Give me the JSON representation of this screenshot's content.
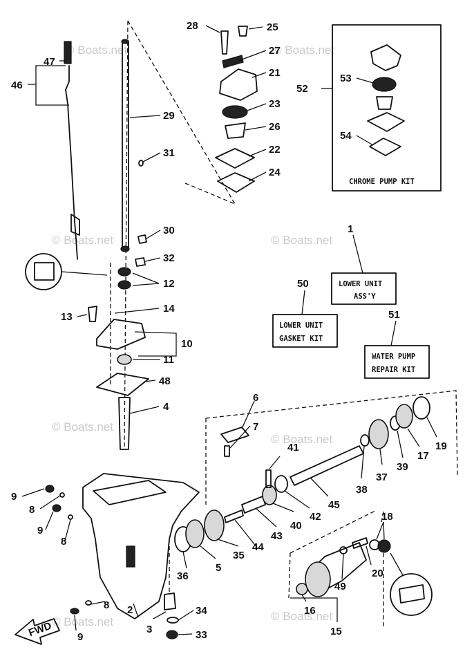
{
  "watermark": "© Boats.net",
  "labels": {
    "l1": "1",
    "l2": "2",
    "l3": "3",
    "l4": "4",
    "l5": "5",
    "l6": "6",
    "l7": "7",
    "l8a": "8",
    "l8b": "8",
    "l8c": "8",
    "l9a": "9",
    "l9b": "9",
    "l9c": "9",
    "l10": "10",
    "l11": "11",
    "l12": "12",
    "l13": "13",
    "l14": "14",
    "l15": "15",
    "l16": "16",
    "l17": "17",
    "l18": "18",
    "l19": "19",
    "l20": "20",
    "l21": "21",
    "l22": "22",
    "l23": "23",
    "l24": "24",
    "l25": "25",
    "l26": "26",
    "l27": "27",
    "l28": "28",
    "l29": "29",
    "l30": "30",
    "l31": "31",
    "l32": "32",
    "l33": "33",
    "l34": "34",
    "l35": "35",
    "l36": "36",
    "l37": "37",
    "l38": "38",
    "l39": "39",
    "l40": "40",
    "l41": "41",
    "l42": "42",
    "l43": "43",
    "l44": "44",
    "l45": "45",
    "l46": "46",
    "l47": "47",
    "l48": "48",
    "l49": "49",
    "l50": "50",
    "l51": "51",
    "l52": "52",
    "l53": "53",
    "l54": "54"
  },
  "kits": {
    "chrome_pump": "CHROME PUMP KIT",
    "lower_unit_line1": "LOWER UNIT",
    "lower_unit_line2": "ASS'Y",
    "gasket_line1": "LOWER UNIT",
    "gasket_line2": "GASKET KIT",
    "water_pump_line1": "WATER PUMP",
    "water_pump_line2": "REPAIR KIT"
  },
  "fwd": "FWD"
}
